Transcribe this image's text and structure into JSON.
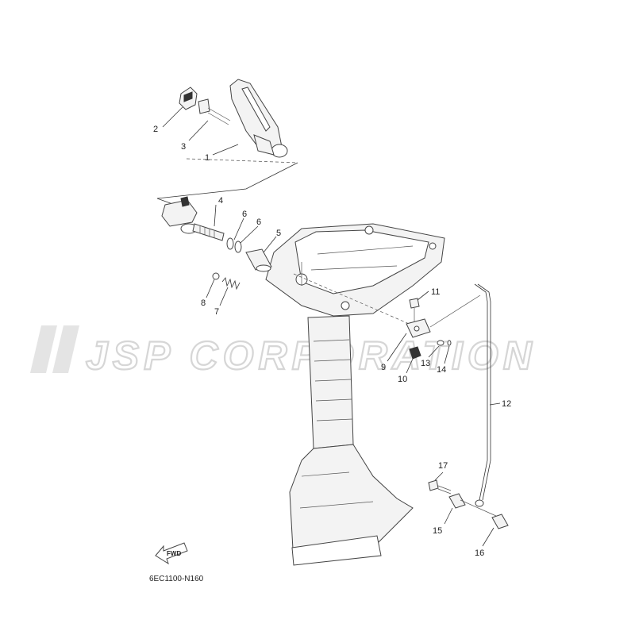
{
  "watermark": {
    "text": "JSP CORPORATION"
  },
  "diagram": {
    "code": "6EC1100-N160",
    "fwd_label": "FWD",
    "callouts": [
      {
        "id": "c1",
        "label": "1"
      },
      {
        "id": "c2",
        "label": "2"
      },
      {
        "id": "c3",
        "label": "3"
      },
      {
        "id": "c4",
        "label": "4"
      },
      {
        "id": "c5",
        "label": "5"
      },
      {
        "id": "c6a",
        "label": "6"
      },
      {
        "id": "c6b",
        "label": "6"
      },
      {
        "id": "c7",
        "label": "7"
      },
      {
        "id": "c8",
        "label": "8"
      },
      {
        "id": "c9",
        "label": "9"
      },
      {
        "id": "c10",
        "label": "10"
      },
      {
        "id": "c11",
        "label": "11"
      },
      {
        "id": "c12",
        "label": "12"
      },
      {
        "id": "c13",
        "label": "13"
      },
      {
        "id": "c14",
        "label": "14"
      },
      {
        "id": "c15",
        "label": "15"
      },
      {
        "id": "c16",
        "label": "16"
      },
      {
        "id": "c17",
        "label": "17"
      }
    ]
  }
}
